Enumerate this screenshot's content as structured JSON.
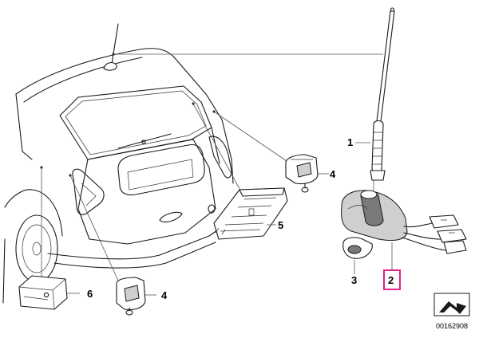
{
  "callouts": {
    "c1": "1",
    "c2": "2",
    "c3": "3",
    "c4a": "4",
    "c4b": "4",
    "c5": "5",
    "c6": "6"
  },
  "highlight_color": "#e0218a",
  "doc_number": "00162908",
  "icons": {
    "car": "car-rear-outline-icon",
    "antenna": "rod-antenna-icon",
    "base": "antenna-base-icon",
    "gasket": "gasket-icon",
    "module": "antenna-amplifier-icon",
    "tuner": "tuner-module-icon",
    "filter": "filter-module-icon",
    "arrow": "next-page-arrow-icon"
  }
}
